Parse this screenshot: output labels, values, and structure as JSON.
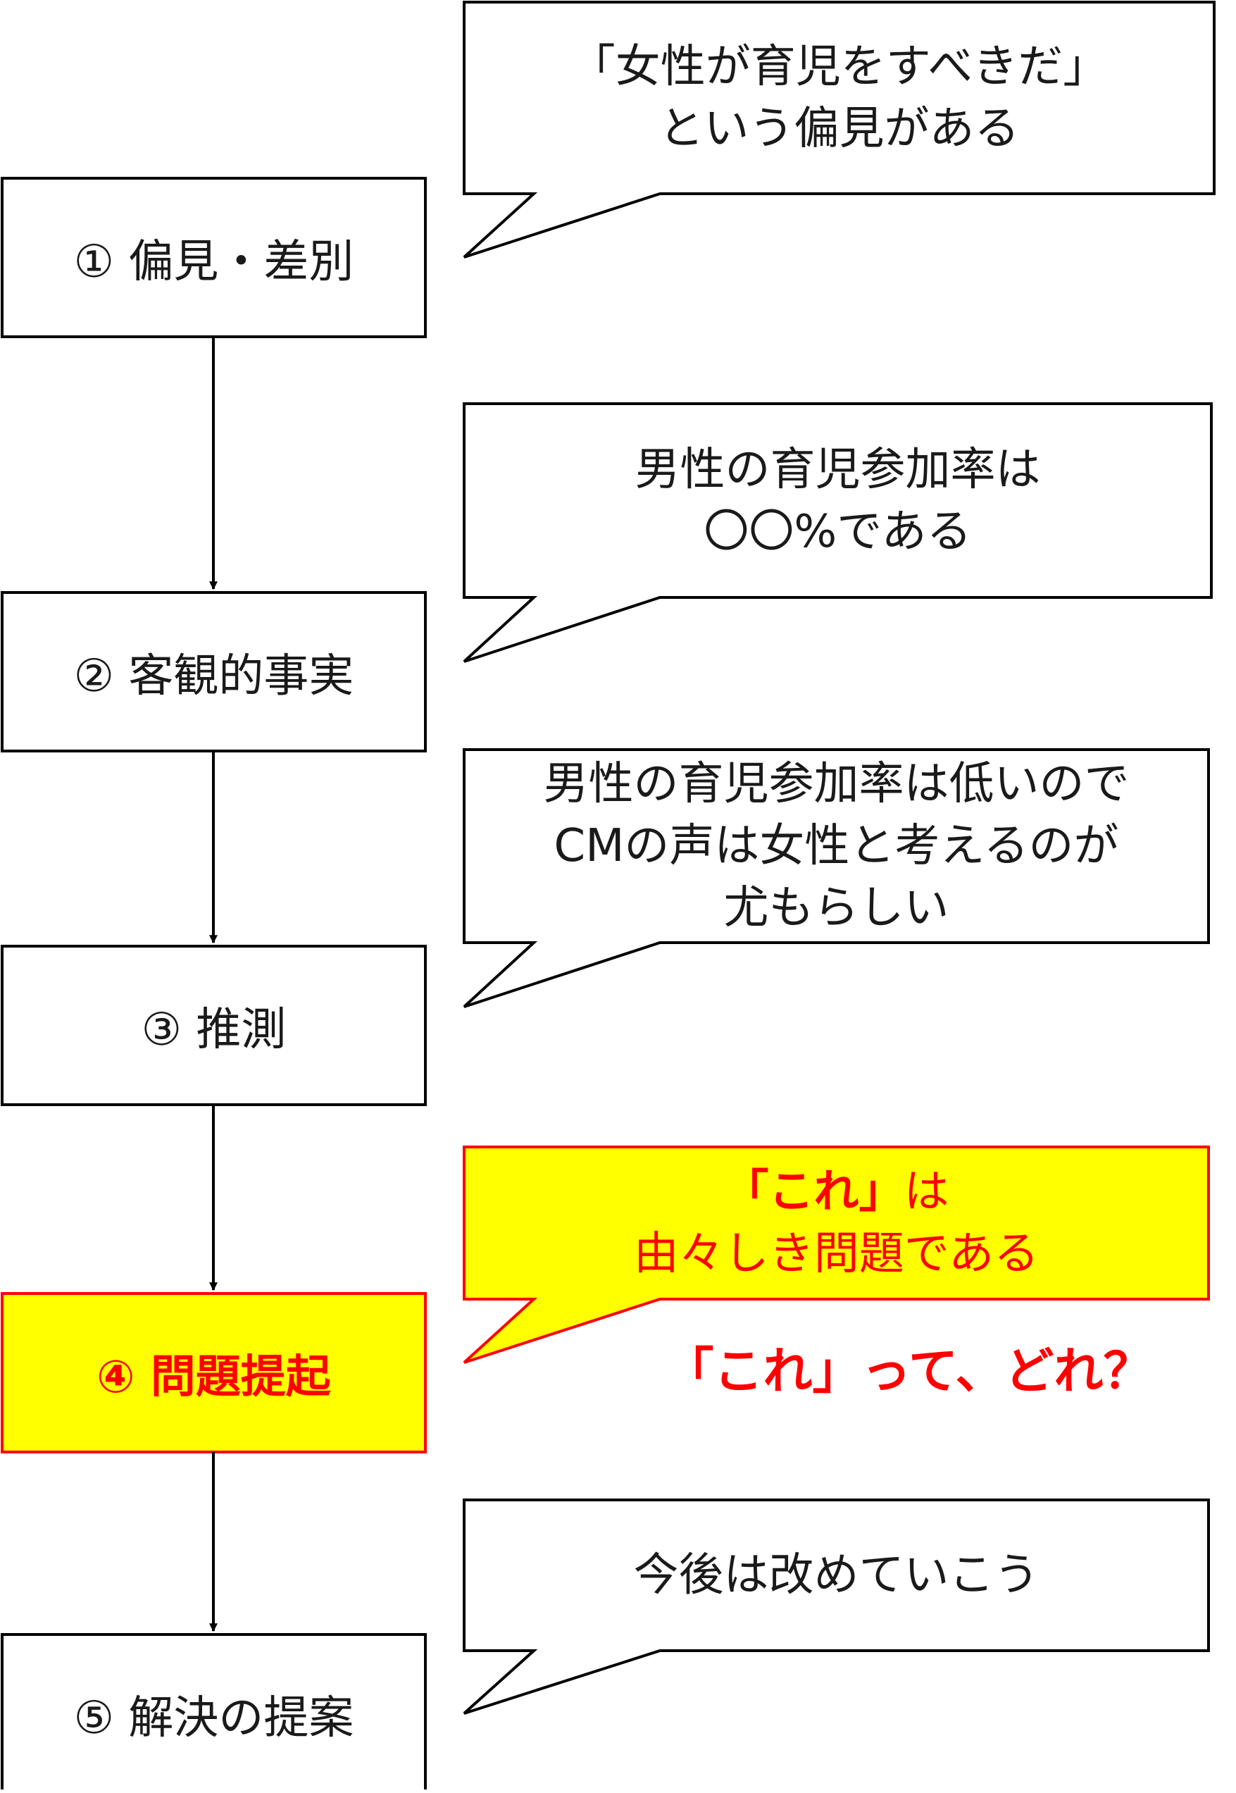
{
  "colors": {
    "stroke": "#000000",
    "text": "#1a1a1a",
    "highlight_fill": "#ffff00",
    "highlight_stroke": "#ff0000",
    "highlight_text": "#ff0000"
  },
  "steps": [
    {
      "label": "① 偏見・差別"
    },
    {
      "label": "② 客観的事実"
    },
    {
      "label": "③ 推測"
    },
    {
      "label": "④ 問題提起"
    },
    {
      "label": "⑤ 解決の提案"
    }
  ],
  "callouts": [
    {
      "lines": [
        "「女性が育児をすべきだ」",
        "という偏見がある"
      ]
    },
    {
      "lines": [
        "男性の育児参加率は",
        "〇〇%である"
      ]
    },
    {
      "lines": [
        "男性の育児参加率は低いので",
        "CMの声は女性と考えるのが",
        "尤もらしい"
      ]
    },
    {
      "line1_bold": "「これ」",
      "line1_rest": "は",
      "line2": "由々しき問題である"
    },
    {
      "lines": [
        "今後は改めていこう"
      ]
    }
  ],
  "note": "「これ」って、どれ？"
}
